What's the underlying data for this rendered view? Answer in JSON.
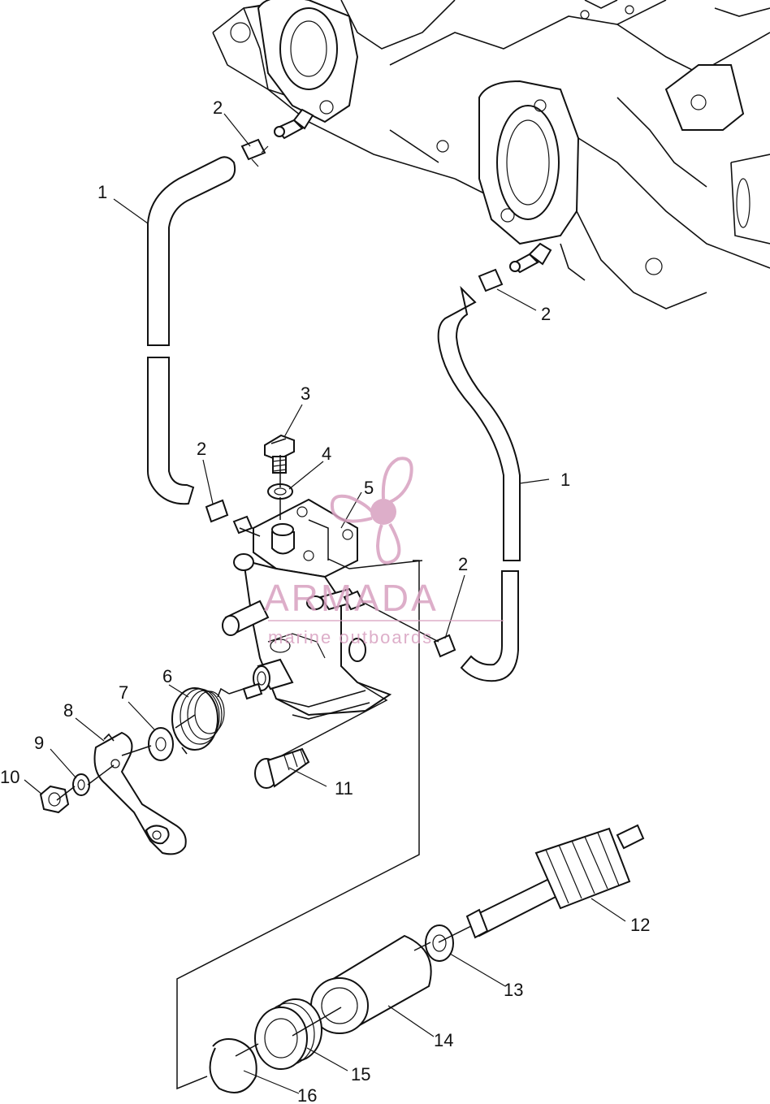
{
  "callouts": {
    "c1_left": "1",
    "c1_right": "1",
    "c2_top_left": "2",
    "c2_top_right": "2",
    "c2_mid_left": "2",
    "c2_mid_right": "2",
    "c3": "3",
    "c4": "4",
    "c5": "5",
    "c6": "6",
    "c7": "7",
    "c8": "8",
    "c9": "9",
    "c10": "10",
    "c11": "11",
    "c12": "12",
    "c13": "13",
    "c14": "14",
    "c15": "15",
    "c16": "16"
  },
  "watermark": {
    "brand": "ARMADA",
    "tagline": "marine outboards",
    "color": "#d8a0c0"
  }
}
